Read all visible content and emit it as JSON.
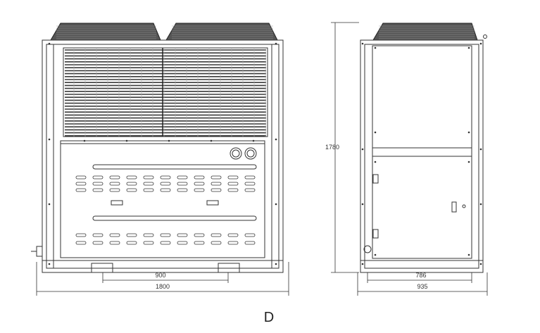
{
  "dimensions": {
    "front_inner_width": "900",
    "front_total_width": "1800",
    "height": "1780",
    "side_inner_width": "786",
    "side_total_width": "935"
  },
  "view_label": "D",
  "colors": {
    "line": "#333333",
    "grille": "#3a3a3a",
    "fan_dark": "#444444",
    "panel": "#ffffff"
  }
}
